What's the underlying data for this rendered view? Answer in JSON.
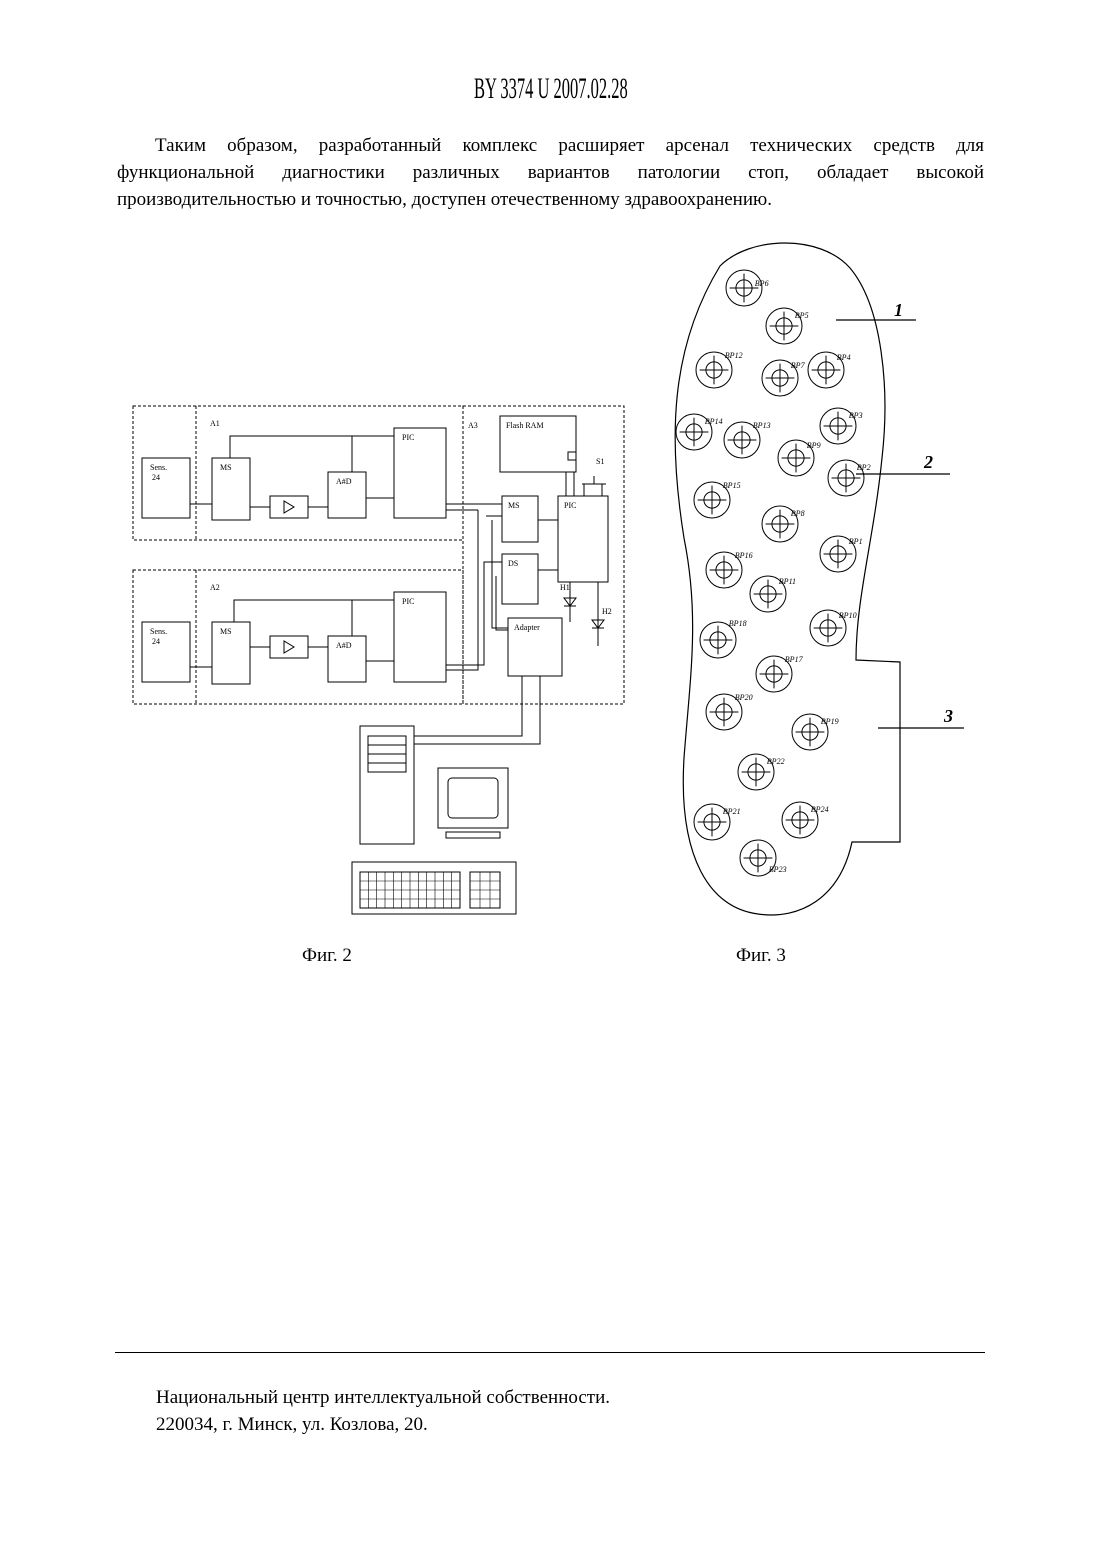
{
  "header": {
    "chars": [
      "B",
      "Y",
      "3",
      "3",
      "7",
      "4",
      "U",
      "2",
      "0",
      "0",
      "7",
      ".",
      "0",
      "2",
      ".",
      "2",
      "8"
    ],
    "text": "BY 3374 U 2007.02.28"
  },
  "paragraph": "Таким образом, разработанный комплекс расширяет арсенал технических средств для функциональной диагностики различных вариантов патологии стоп, обладает высокой производительностью и точностью, доступен отечественному здравоохранению.",
  "fig2": {
    "caption": "Фиг. 2",
    "blocks": {
      "a1": "A1",
      "a2": "A2",
      "a3": "A3",
      "sens1": [
        "Sens.",
        "24"
      ],
      "sens2": [
        "Sens.",
        "24"
      ],
      "ms1": "MS",
      "ms2": "MS",
      "ms3": "MS",
      "ad1": "A#D",
      "ad2": "A#D",
      "pic1": "PIC",
      "pic2": "PIC",
      "pic3": "PIC",
      "flash": "Flash RAM",
      "ds": "DS",
      "adapter": "Adapter",
      "s1": "S1",
      "h1": "H1",
      "h2": "H2"
    }
  },
  "fig3": {
    "caption": "Фиг. 3",
    "callouts": [
      "1",
      "2",
      "3"
    ],
    "sensors": [
      "BP6",
      "BP5",
      "BP12",
      "BP7",
      "BP4",
      "BP14",
      "BP13",
      "BP9",
      "BP3",
      "BP2",
      "BP15",
      "BP8",
      "BP1",
      "BP16",
      "BP11",
      "BP10",
      "BP18",
      "BP17",
      "BP20",
      "BP19",
      "BP22",
      "BP21",
      "BP24",
      "BP23"
    ]
  },
  "footer": {
    "line1": "Национальный центр интеллектуальной собственности.",
    "line2": "220034, г. Минск, ул. Козлова, 20."
  }
}
